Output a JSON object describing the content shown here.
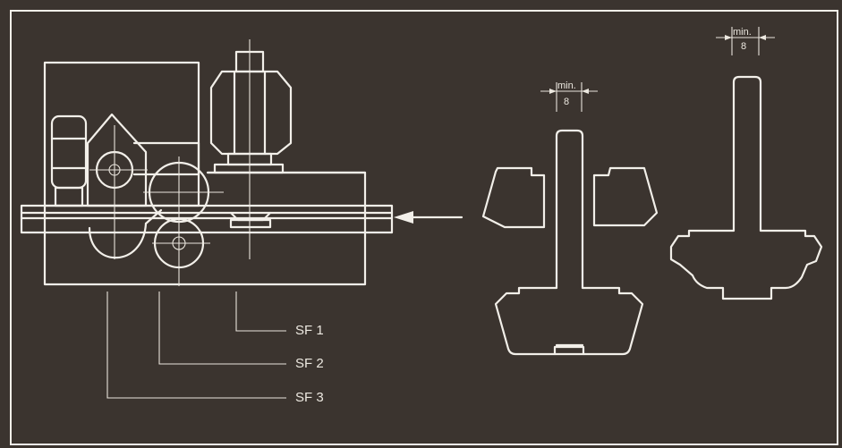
{
  "labels": {
    "sf1": "SF 1",
    "sf2": "SF 2",
    "sf3": "SF 3"
  },
  "dimensions": {
    "min_label": "min.",
    "min_value": "8"
  },
  "colors": {
    "background": "#3b342f",
    "lines": "#f2efe9"
  }
}
